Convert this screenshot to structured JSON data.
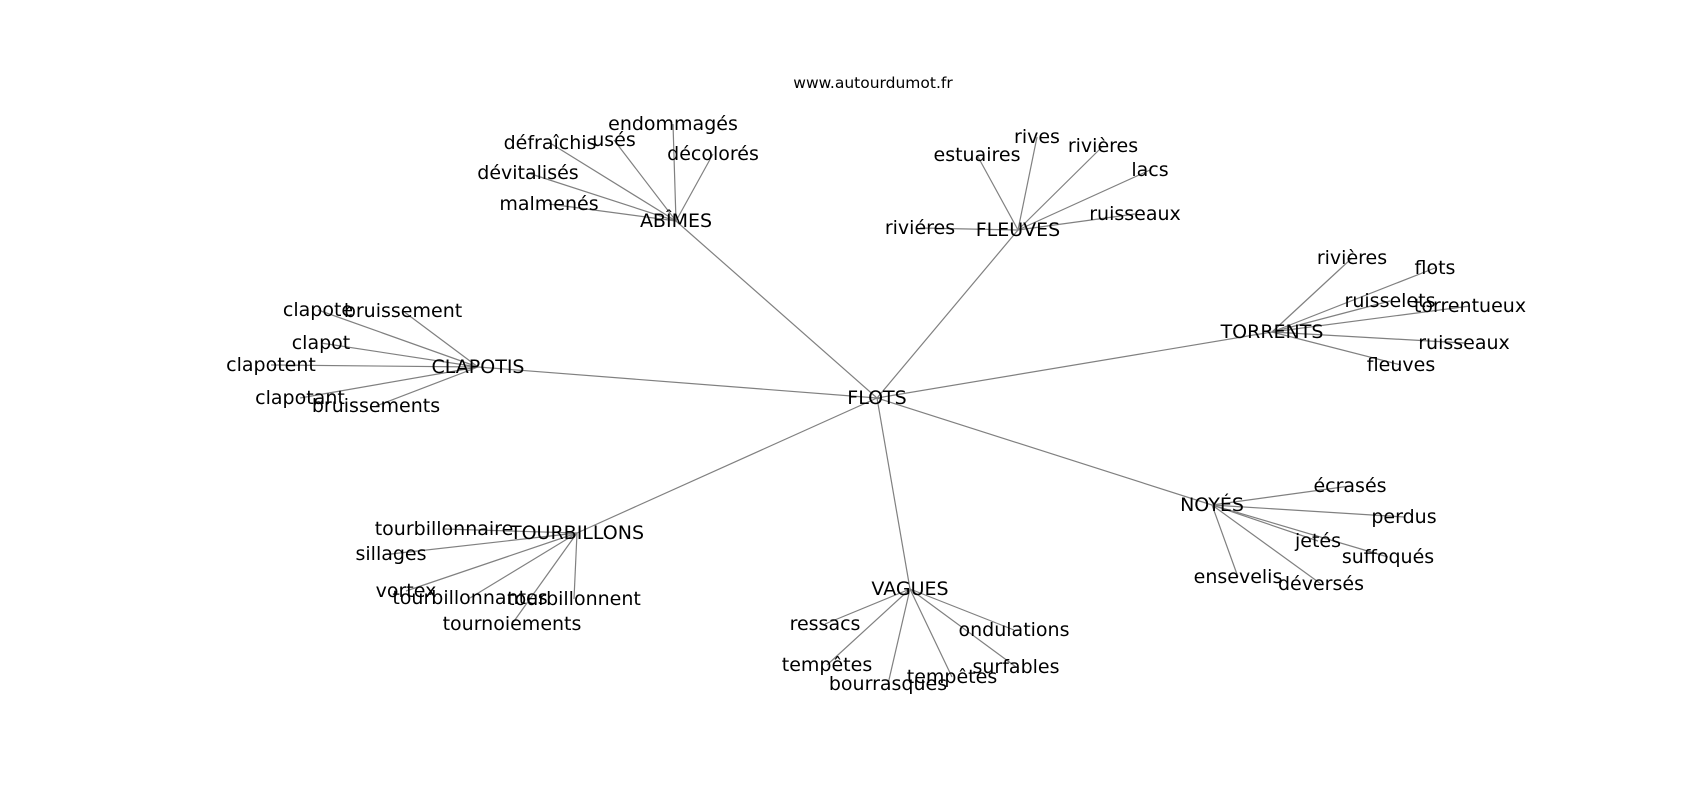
{
  "site": "www.autourdumot.fr",
  "colors": {
    "edge": "#808080",
    "text": "#000000",
    "background": "#ffffff"
  },
  "root": "FLOTS",
  "clusters": [
    {
      "hub": "ABÎMES",
      "leaves": [
        "endommagés",
        "défraîchis",
        "usés",
        "décolorés",
        "dévitalisés",
        "malmenés"
      ]
    },
    {
      "hub": "FLEUVES",
      "leaves": [
        "rives",
        "estuaires",
        "rivières",
        "lacs",
        "ruisseaux",
        "riviéres"
      ]
    },
    {
      "hub": "TORRENTS",
      "leaves": [
        "rivières",
        "flots",
        "ruisselets",
        "torrentueux",
        "ruisseaux",
        "fleuves"
      ]
    },
    {
      "hub": "CLAPOTIS",
      "leaves": [
        "clapote",
        "bruissement",
        "clapot",
        "clapotent",
        "clapotant",
        "bruissements"
      ]
    },
    {
      "hub": "NOYÉS",
      "leaves": [
        "écrasés",
        "perdus",
        "jetés",
        "suffoqués",
        "ensevelis",
        "déversés"
      ]
    },
    {
      "hub": "TOURBILLONS",
      "leaves": [
        "tourbillonnaire",
        "sillages",
        "vortex",
        "tourbillonnantes",
        "tourbillonnent",
        "tournoiements"
      ]
    },
    {
      "hub": "VAGUES",
      "leaves": [
        "ressacs",
        "ondulations",
        "tempêtes",
        "surfables",
        "bourrasques",
        "tempêtes"
      ]
    }
  ]
}
